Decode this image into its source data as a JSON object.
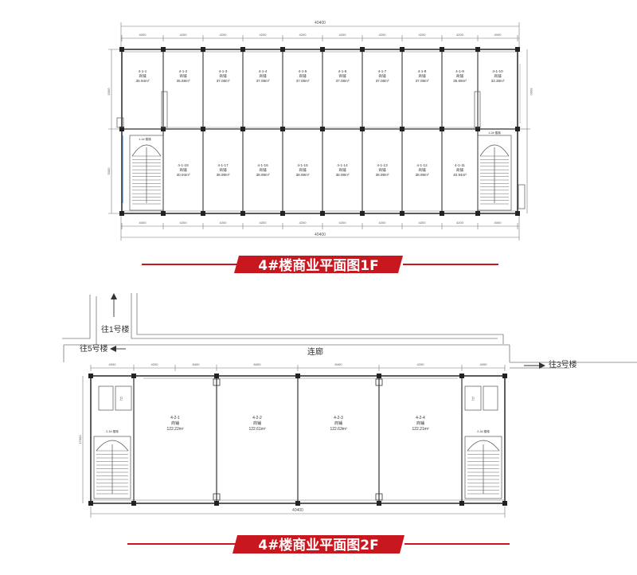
{
  "plan_1f": {
    "total_dim": "40400",
    "bay_dims": [
      "4000",
      "4200",
      "4200",
      "4200",
      "4200",
      "4200",
      "4200",
      "4200",
      "4200",
      "4000"
    ],
    "side_dims": [
      "5000",
      "5000"
    ],
    "units_top": [
      {
        "id": "4-1-1",
        "use": "商铺",
        "area": "35.94m²"
      },
      {
        "id": "4-1-2",
        "use": "商铺",
        "area": "35.69m²"
      },
      {
        "id": "4-1-3",
        "use": "商铺",
        "area": "37.08m²"
      },
      {
        "id": "4-1-4",
        "use": "商铺",
        "area": "37.08m²"
      },
      {
        "id": "4-1-5",
        "use": "商铺",
        "area": "37.08m²"
      },
      {
        "id": "4-1-6",
        "use": "商铺",
        "area": "37.08m²"
      },
      {
        "id": "4-1-7",
        "use": "商铺",
        "area": "37.08m²"
      },
      {
        "id": "4-1-8",
        "use": "商铺",
        "area": "37.08m²"
      },
      {
        "id": "4-1-9",
        "use": "商铺",
        "area": "35.69m²"
      },
      {
        "id": "4-1-10",
        "use": "商铺",
        "area": "33.38m²"
      }
    ],
    "units_bottom": [
      {
        "id": "4-1-18",
        "use": "商铺",
        "area": "40.94m²"
      },
      {
        "id": "4-1-17",
        "use": "商铺",
        "area": "38.99m²"
      },
      {
        "id": "4-1-16",
        "use": "商铺",
        "area": "38.99m²"
      },
      {
        "id": "4-1-15",
        "use": "商铺",
        "area": "38.99m²"
      },
      {
        "id": "4-1-14",
        "use": "商铺",
        "area": "38.99m²"
      },
      {
        "id": "4-1-13",
        "use": "商铺",
        "area": "38.99m²"
      },
      {
        "id": "4-1-12",
        "use": "商铺",
        "area": "38.99m²"
      },
      {
        "id": "4-1-11",
        "use": "商铺",
        "area": "40.94m²"
      }
    ],
    "stair_label": "1-1# 楼梯",
    "stair_label_right": "1-2# 楼梯",
    "title": "4#楼商业平面图1F"
  },
  "plan_2f": {
    "to_building_1": "往1号楼",
    "to_building_5": "往5号楼",
    "to_building_3": "往3号楼",
    "corridor": "连廊",
    "total_dim": "40400",
    "bay_dims": [
      "4000",
      "4200",
      "8400",
      "8400",
      "8400",
      "4200",
      "4000"
    ],
    "side_dim": "17000",
    "units": [
      {
        "id": "4-2-1",
        "use": "商铺",
        "area": "122.22m²"
      },
      {
        "id": "4-2-2",
        "use": "商铺",
        "area": "122.61m²"
      },
      {
        "id": "4-2-3",
        "use": "商铺",
        "area": "122.63m²"
      },
      {
        "id": "4-2-4",
        "use": "商铺",
        "area": "122.21m²"
      }
    ],
    "stair_label": "2-1# 楼梯",
    "stair_label_right": "2-2# 楼梯",
    "room_label": "卫",
    "title": "4#楼商业平面图2F"
  },
  "colors": {
    "banner_red": "#c8171e",
    "line_gray": "#6a6a6a",
    "wall": "#222222"
  }
}
